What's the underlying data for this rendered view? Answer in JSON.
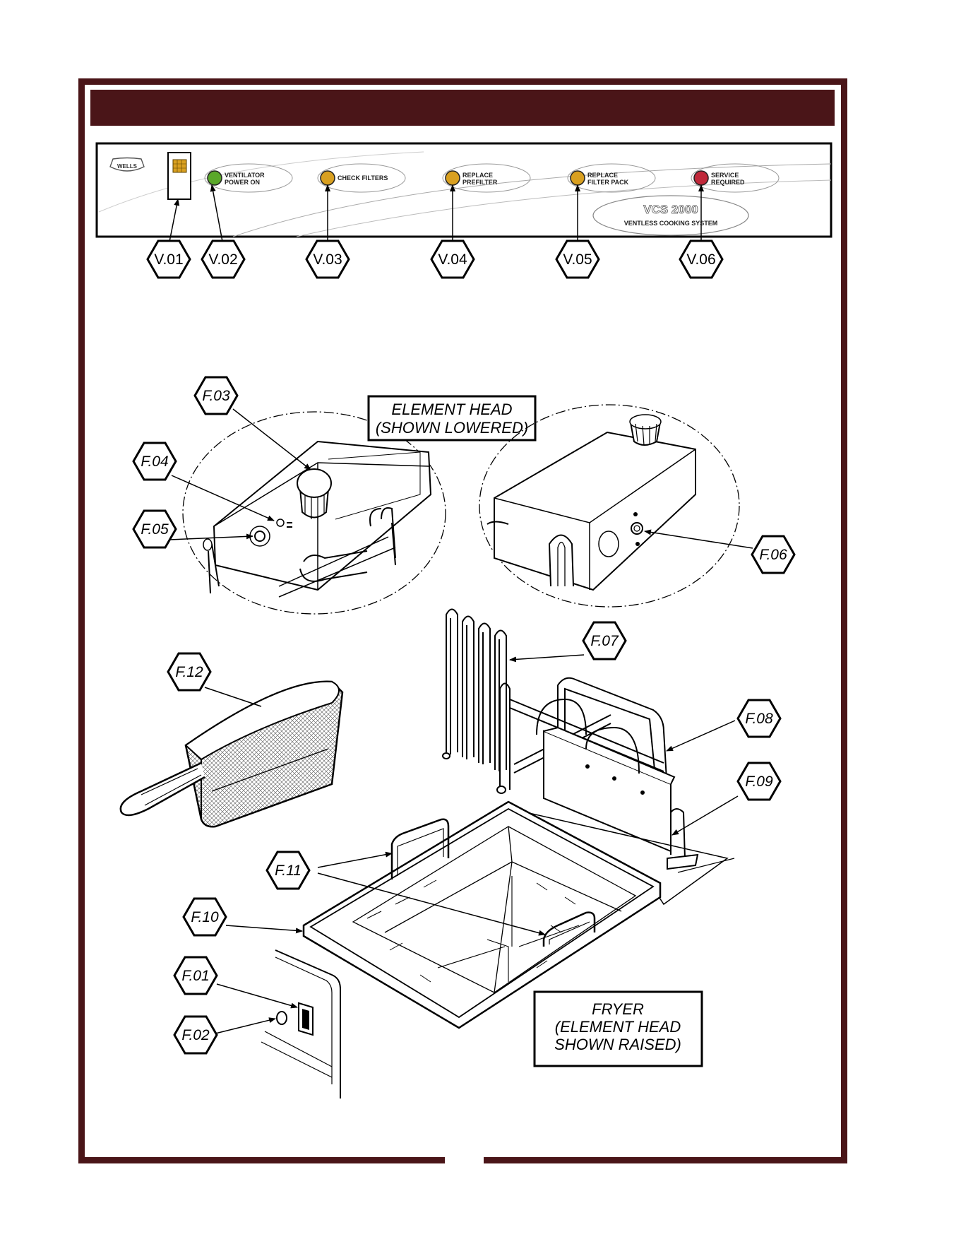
{
  "control_panel": {
    "brand": "WELLS",
    "indicators": [
      {
        "label_line1": "VENTILATOR",
        "label_line2": "POWER ON",
        "color": "#5aa82a"
      },
      {
        "label_line1": "CHECK FILTERS",
        "label_line2": "",
        "color": "#d9a020"
      },
      {
        "label_line1": "REPLACE",
        "label_line2": "PREFILTER",
        "color": "#d9a020"
      },
      {
        "label_line1": "REPLACE",
        "label_line2": "FILTER PACK",
        "color": "#d9a020"
      },
      {
        "label_line1": "SERVICE",
        "label_line2": "REQUIRED",
        "color": "#c0283a"
      }
    ],
    "model": "VCS 2000",
    "model_subtitle": "VENTLESS COOKING SYSTEM"
  },
  "callouts_v": [
    "V.01",
    "V.02",
    "V.03",
    "V.04",
    "V.05",
    "V.06"
  ],
  "callouts_f": [
    "F.01",
    "F.02",
    "F.03",
    "F.04",
    "F.05",
    "F.06",
    "F.07",
    "F.08",
    "F.09",
    "F.10",
    "F.11",
    "F.12"
  ],
  "element_head_box": {
    "line1": "ELEMENT HEAD",
    "line2": "(SHOWN LOWERED)"
  },
  "fryer_box": {
    "line1": "FRYER",
    "line2": "(ELEMENT HEAD",
    "line3": "SHOWN RAISED)"
  },
  "colors": {
    "frame": "#4a1518",
    "switch": "#d9a020"
  }
}
